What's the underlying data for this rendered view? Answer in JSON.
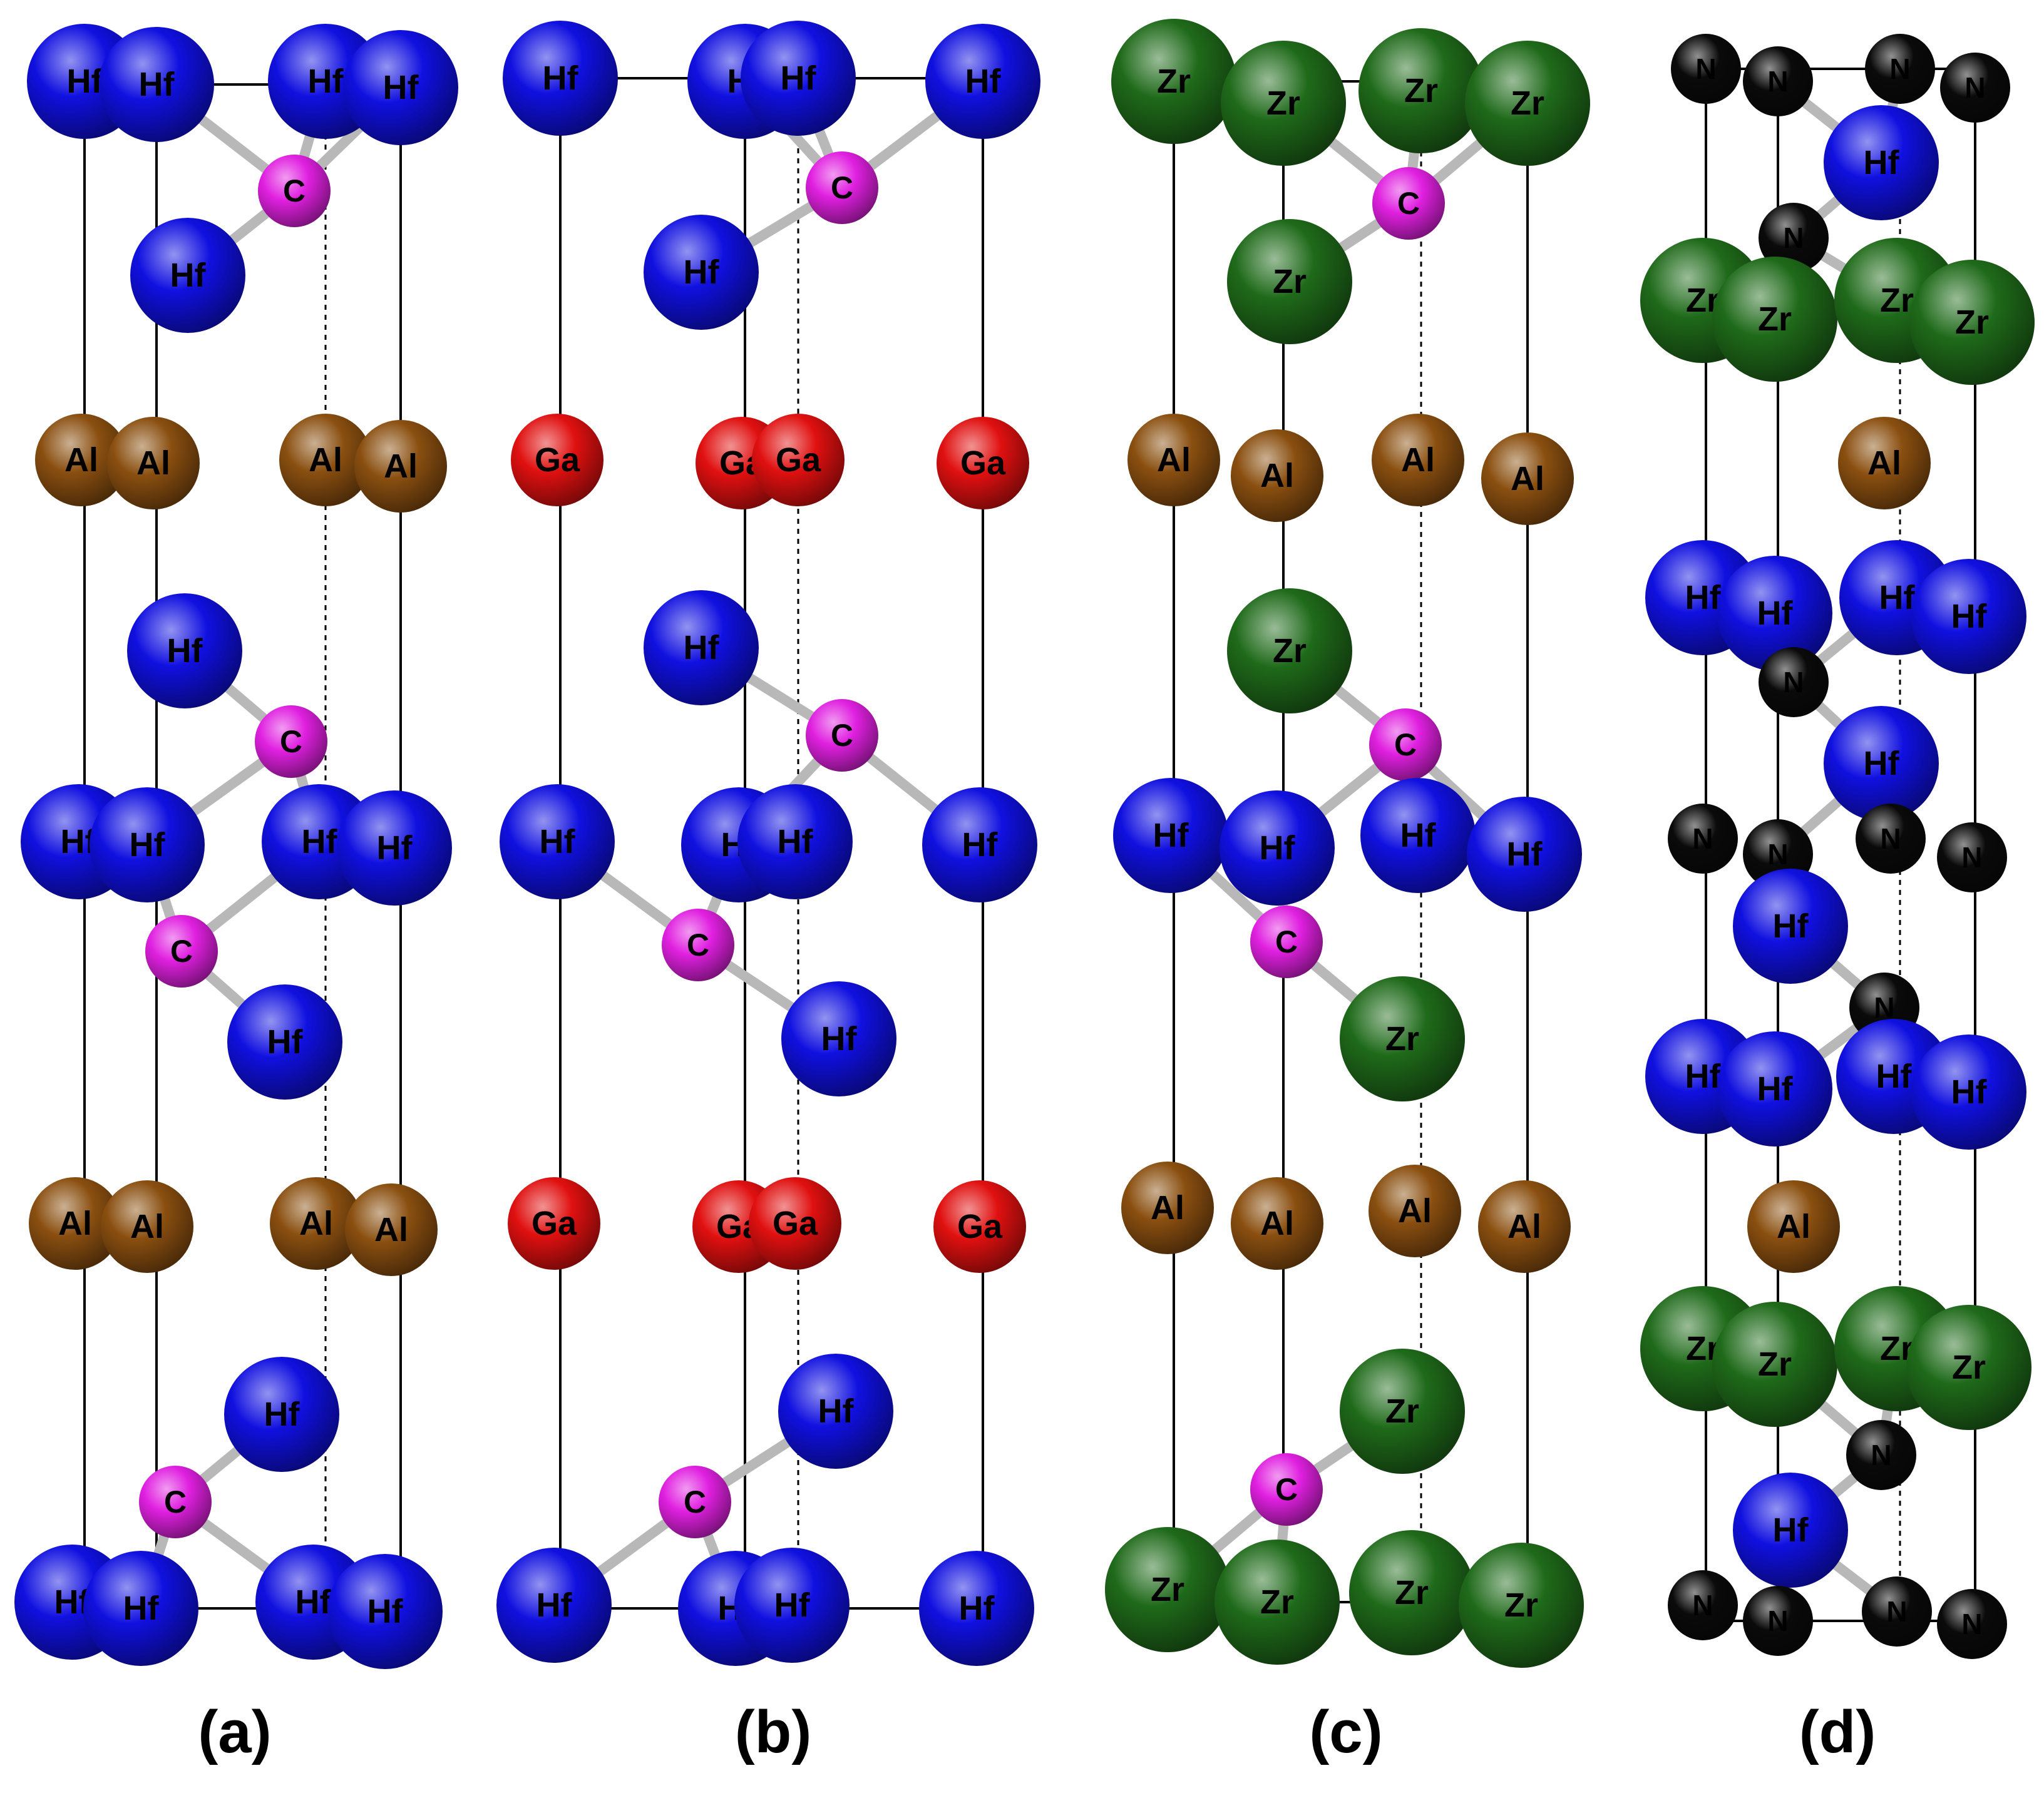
{
  "legend_colors": {
    "Hf": "#1010e0",
    "Zr": "#1f6a1a",
    "Al": "#8a4f10",
    "Ga": "#e01010",
    "C": "#e020e0",
    "N": "#0a0a0a"
  },
  "atom_text_colors": {
    "Hf": "#000000",
    "Zr": "#000000",
    "Al": "#000000",
    "Ga": "#000000",
    "C": "#000000",
    "N": "#ffffff"
  },
  "panels": [
    {
      "caption": "(a)",
      "atoms": [
        {
          "el": "Hf",
          "label": "Hf"
        },
        {
          "el": "Hf",
          "label": "Hf"
        },
        {
          "el": "Hf",
          "label": "Hf"
        },
        {
          "el": "Hf",
          "label": "Hf"
        },
        {
          "el": "C",
          "label": "C"
        },
        {
          "el": "Hf",
          "label": "Hf"
        },
        {
          "el": "Al",
          "label": "Al"
        },
        {
          "el": "Al",
          "label": "Al"
        },
        {
          "el": "Al",
          "label": "Al"
        },
        {
          "el": "Al",
          "label": "Al"
        },
        {
          "el": "Hf",
          "label": "Hf"
        },
        {
          "el": "C",
          "label": "C"
        },
        {
          "el": "Hf",
          "label": "Hf"
        },
        {
          "el": "Hf",
          "label": "Hf"
        },
        {
          "el": "Hf",
          "label": "Hf"
        },
        {
          "el": "Hf",
          "label": "Hf"
        },
        {
          "el": "C",
          "label": "C"
        },
        {
          "el": "Hf",
          "label": "Hf"
        },
        {
          "el": "Al",
          "label": "Al"
        },
        {
          "el": "Al",
          "label": "Al"
        },
        {
          "el": "Al",
          "label": "Al"
        },
        {
          "el": "Al",
          "label": "Al"
        },
        {
          "el": "Hf",
          "label": "Hf"
        },
        {
          "el": "C",
          "label": "C"
        },
        {
          "el": "Hf",
          "label": "Hf"
        },
        {
          "el": "Hf",
          "label": "Hf"
        },
        {
          "el": "Hf",
          "label": "Hf"
        },
        {
          "el": "Hf",
          "label": "Hf"
        }
      ]
    },
    {
      "caption": "(b)",
      "atoms": [
        {
          "el": "Hf",
          "label": "Hf"
        },
        {
          "el": "Hf",
          "label": "Hf"
        },
        {
          "el": "Hf",
          "label": "Hf"
        },
        {
          "el": "Hf",
          "label": "Hf"
        },
        {
          "el": "C",
          "label": "C"
        },
        {
          "el": "Hf",
          "label": "Hf"
        },
        {
          "el": "Ga",
          "label": "Ga"
        },
        {
          "el": "Ga",
          "label": "Ga"
        },
        {
          "el": "Ga",
          "label": "Ga"
        },
        {
          "el": "Ga",
          "label": "Ga"
        },
        {
          "el": "Hf",
          "label": "Hf"
        },
        {
          "el": "C",
          "label": "C"
        },
        {
          "el": "Hf",
          "label": "Hf"
        },
        {
          "el": "Hf",
          "label": "Hf"
        },
        {
          "el": "Hf",
          "label": "Hf"
        },
        {
          "el": "Hf",
          "label": "Hf"
        },
        {
          "el": "C",
          "label": "C"
        },
        {
          "el": "Hf",
          "label": "Hf"
        },
        {
          "el": "Ga",
          "label": "Ga"
        },
        {
          "el": "Ga",
          "label": "Ga"
        },
        {
          "el": "Ga",
          "label": "Ga"
        },
        {
          "el": "Ga",
          "label": "Ga"
        },
        {
          "el": "Hf",
          "label": "Hf"
        },
        {
          "el": "C",
          "label": "C"
        },
        {
          "el": "Hf",
          "label": "Hf"
        },
        {
          "el": "Hf",
          "label": "Hf"
        },
        {
          "el": "Hf",
          "label": "Hf"
        },
        {
          "el": "Hf",
          "label": "Hf"
        }
      ]
    },
    {
      "caption": "(c)",
      "atoms": [
        {
          "el": "Zr",
          "label": "Zr"
        },
        {
          "el": "Zr",
          "label": "Zr"
        },
        {
          "el": "Zr",
          "label": "Zr"
        },
        {
          "el": "Zr",
          "label": "Zr"
        },
        {
          "el": "C",
          "label": "C"
        },
        {
          "el": "Zr",
          "label": "Zr"
        },
        {
          "el": "Al",
          "label": "Al"
        },
        {
          "el": "Al",
          "label": "Al"
        },
        {
          "el": "Al",
          "label": "Al"
        },
        {
          "el": "Al",
          "label": "Al"
        },
        {
          "el": "Zr",
          "label": "Zr"
        },
        {
          "el": "C",
          "label": "C"
        },
        {
          "el": "Hf",
          "label": "Hf"
        },
        {
          "el": "Hf",
          "label": "Hf"
        },
        {
          "el": "Hf",
          "label": "Hf"
        },
        {
          "el": "Hf",
          "label": "Hf"
        },
        {
          "el": "C",
          "label": "C"
        },
        {
          "el": "Zr",
          "label": "Zr"
        },
        {
          "el": "Al",
          "label": "Al"
        },
        {
          "el": "Al",
          "label": "Al"
        },
        {
          "el": "Al",
          "label": "Al"
        },
        {
          "el": "Al",
          "label": "Al"
        },
        {
          "el": "Zr",
          "label": "Zr"
        },
        {
          "el": "C",
          "label": "C"
        },
        {
          "el": "Zr",
          "label": "Zr"
        },
        {
          "el": "Zr",
          "label": "Zr"
        },
        {
          "el": "Zr",
          "label": "Zr"
        },
        {
          "el": "Zr",
          "label": "Zr"
        }
      ]
    },
    {
      "caption": "(d)",
      "atoms": [
        {
          "el": "N",
          "label": "N"
        },
        {
          "el": "N",
          "label": "N"
        },
        {
          "el": "N",
          "label": "N"
        },
        {
          "el": "N",
          "label": "N"
        },
        {
          "el": "Hf",
          "label": "Hf"
        },
        {
          "el": "N",
          "label": "N"
        },
        {
          "el": "Zr",
          "label": "Zr"
        },
        {
          "el": "Zr",
          "label": "Zr"
        },
        {
          "el": "Zr",
          "label": "Zr"
        },
        {
          "el": "Zr",
          "label": "Zr"
        },
        {
          "el": "Al",
          "label": "Al"
        },
        {
          "el": "Hf",
          "label": "Hf"
        },
        {
          "el": "Hf",
          "label": "Hf"
        },
        {
          "el": "Hf",
          "label": "Hf"
        },
        {
          "el": "Hf",
          "label": "Hf"
        },
        {
          "el": "N",
          "label": "N"
        },
        {
          "el": "Hf",
          "label": "Hf"
        },
        {
          "el": "N",
          "label": "N"
        },
        {
          "el": "N",
          "label": "N"
        },
        {
          "el": "N",
          "label": "N"
        },
        {
          "el": "N",
          "label": "N"
        },
        {
          "el": "Hf",
          "label": "Hf"
        },
        {
          "el": "N",
          "label": "N"
        },
        {
          "el": "Hf",
          "label": "Hf"
        },
        {
          "el": "Hf",
          "label": "Hf"
        },
        {
          "el": "Hf",
          "label": "Hf"
        },
        {
          "el": "Hf",
          "label": "Hf"
        },
        {
          "el": "Al",
          "label": "Al"
        },
        {
          "el": "Zr",
          "label": "Zr"
        },
        {
          "el": "Zr",
          "label": "Zr"
        },
        {
          "el": "Zr",
          "label": "Zr"
        },
        {
          "el": "Zr",
          "label": "Zr"
        },
        {
          "el": "N",
          "label": "N"
        },
        {
          "el": "Hf",
          "label": "Hf"
        },
        {
          "el": "N",
          "label": "N"
        },
        {
          "el": "N",
          "label": "N"
        },
        {
          "el": "N",
          "label": "N"
        },
        {
          "el": "N",
          "label": "N"
        }
      ]
    }
  ]
}
